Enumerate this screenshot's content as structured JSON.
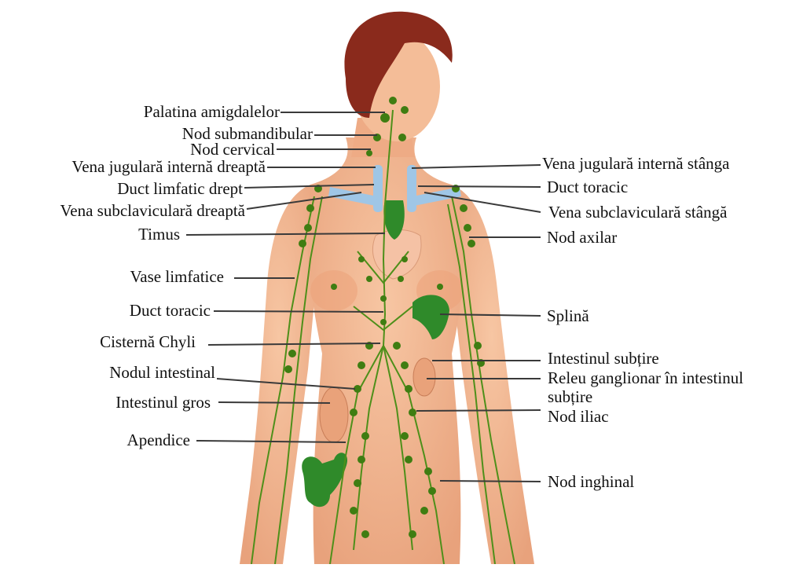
{
  "diagram": {
    "labels_left": [
      "Palatina amigdalelor",
      "Nod submandibular",
      "Nod cervical",
      "Vena jugulară internă dreaptă",
      "Duct limfatic drept",
      "Vena subclaviculară dreaptă",
      "Timus",
      "Vase limfatice",
      "Duct toracic",
      "Cisternă Chyli",
      "Nodul intestinal",
      "Intestinul gros",
      "Apendice"
    ],
    "labels_right": [
      "Vena jugulară internă stânga",
      "Duct toracic",
      "Vena subclaviculară stângă",
      "Nod axilar",
      "Splină",
      "Intestinul subțire",
      "Releu ganglionar în intestinul",
      "subțire",
      "Nod iliac",
      "Nod inghinal"
    ],
    "colors": {
      "skin": "#f2b48e",
      "skin_shadow": "#e09a72",
      "hair": "#8a2a1c",
      "lymph_green": "#4e8f1a",
      "node_green": "#3f7d12",
      "vein_blue": "#9fc6e6",
      "organ_green": "#2f8a2a",
      "intestine": "#e9a27a"
    }
  }
}
